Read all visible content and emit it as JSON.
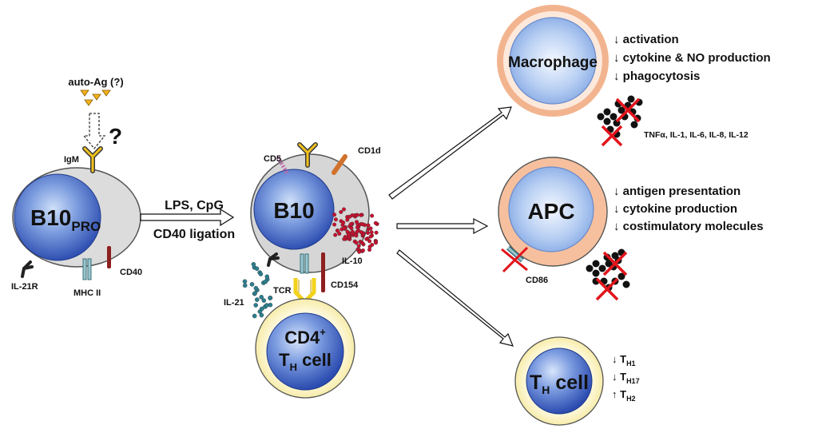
{
  "colors": {
    "nucleus": "#3f63c6",
    "nucleus_light": "#cfe0f8",
    "cell_grey": "#d9d9d9",
    "macrophage_ring": "#f2b48f",
    "th_ring": "#fdf5c2",
    "il10_dots": "#c8102e",
    "il21_dots": "#2a7f8f",
    "antigen": "#f2b21c",
    "inhibit_x": "#e1141c",
    "cd5": "#c06bb0",
    "cd1d": "#d2712b",
    "cd40": "#8e1f1f"
  },
  "icons": {
    "inhibition": "red-x-icon",
    "antigen": "triangle-antigen-icon",
    "receptor": "y-shaped-antibody-icon"
  },
  "left": {
    "antigen_label": "auto-Ag (?)",
    "question_mark": "?",
    "igm_label": "IgM",
    "cell_main": "B10",
    "cell_sub": "PRO",
    "il21r_label": "IL-21R",
    "mhc_label": "MHC II",
    "cd40_label": "CD40"
  },
  "stimulus": {
    "line1": "LPS, CpG",
    "line2": "CD40 ligation"
  },
  "center": {
    "cd5_label": "CD5",
    "cd1d_label": "CD1d",
    "cell_label": "B10",
    "il10_label": "IL-10",
    "tcr_label": "TCR",
    "cd154_label": "CD154",
    "il21_label": "IL-21",
    "th_line1_main": "CD4",
    "th_line1_sup": "+",
    "th_line2_main": "T",
    "th_line2_sub": "H",
    "th_line2_rest": " cell"
  },
  "macrophage": {
    "label": "Macrophage",
    "effects": [
      "↓ activation",
      "↓ cytokine & NO production",
      "↓ phagocytosis"
    ],
    "cytokines_label": "TNFα, IL-1, IL-6, IL-8, IL-12"
  },
  "apc": {
    "label": "APC",
    "effects": [
      "↓ antigen presentation",
      "↓ cytokine production",
      "↓ costimulatory molecules"
    ],
    "cd86_label": "CD86"
  },
  "th_target": {
    "label_main": "T",
    "label_sub": "H",
    "label_rest": " cell",
    "effects": [
      {
        "arrow": "↓ T",
        "sub": "H1"
      },
      {
        "arrow": "↓ T",
        "sub": "H17"
      },
      {
        "arrow": "↑ T",
        "sub": "H2"
      }
    ]
  }
}
